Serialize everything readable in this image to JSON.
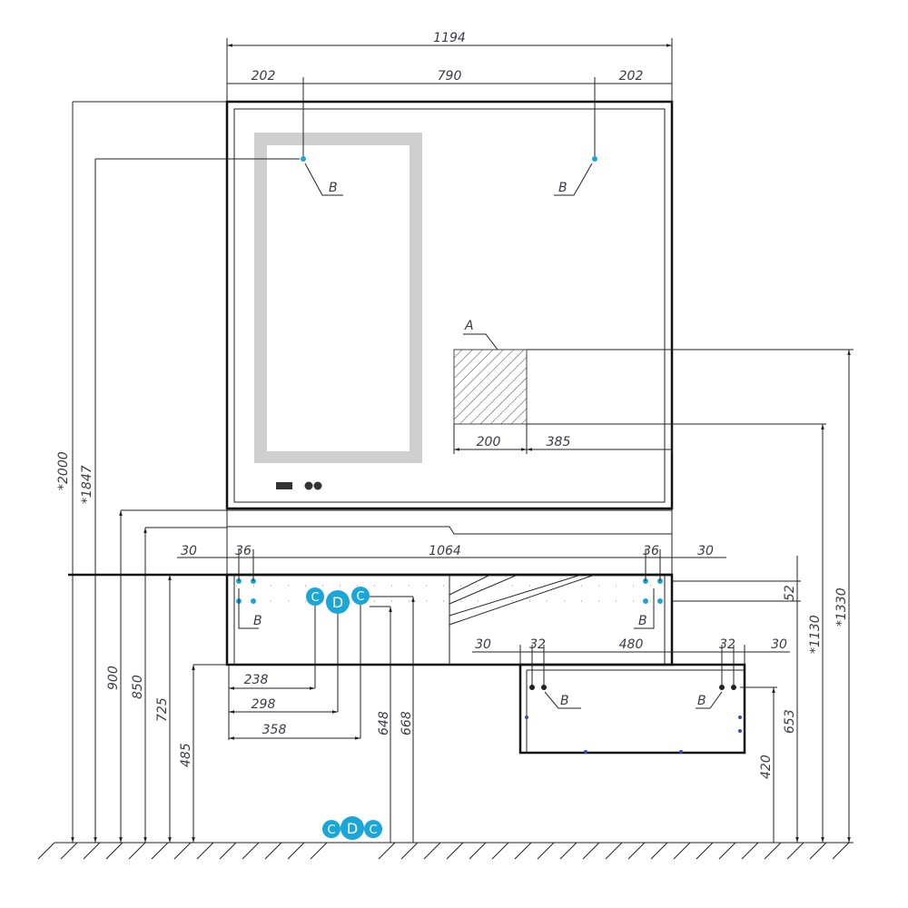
{
  "title": "Bathroom furniture set dimension drawing",
  "top_dims": {
    "overall": "1194",
    "left": "202",
    "center": "790",
    "right": "202"
  },
  "labels": {
    "A": "A",
    "B": "B",
    "C": "C",
    "D": "D"
  },
  "hatch_dims": {
    "width": "200",
    "offset": "385"
  },
  "cabinet_dims": {
    "left_margin": "30",
    "left_inset": "36",
    "span": "1064",
    "right_inset": "36",
    "right_margin": "30",
    "hole_spacing": "52"
  },
  "outlet_dims": {
    "c1": "238",
    "d": "298",
    "c2": "358",
    "h_low": "648",
    "h_high": "668"
  },
  "drawer_dims": {
    "left_margin": "30",
    "left_inset": "32",
    "span": "480",
    "right_inset": "32",
    "right_margin": "30",
    "top_height": "653",
    "bottom_height": "420"
  },
  "heights": {
    "total": "*2000",
    "mirror": "*1847",
    "shelf_top": "900",
    "shelf_bottom": "850",
    "worktop": "725",
    "cabinet_bottom": "485",
    "hatch_bottom": "*1130",
    "hatch_top": "*1330"
  },
  "colors": {
    "marker": "#1aa6d8",
    "line": "#222222",
    "text": "#3a3a4a"
  }
}
